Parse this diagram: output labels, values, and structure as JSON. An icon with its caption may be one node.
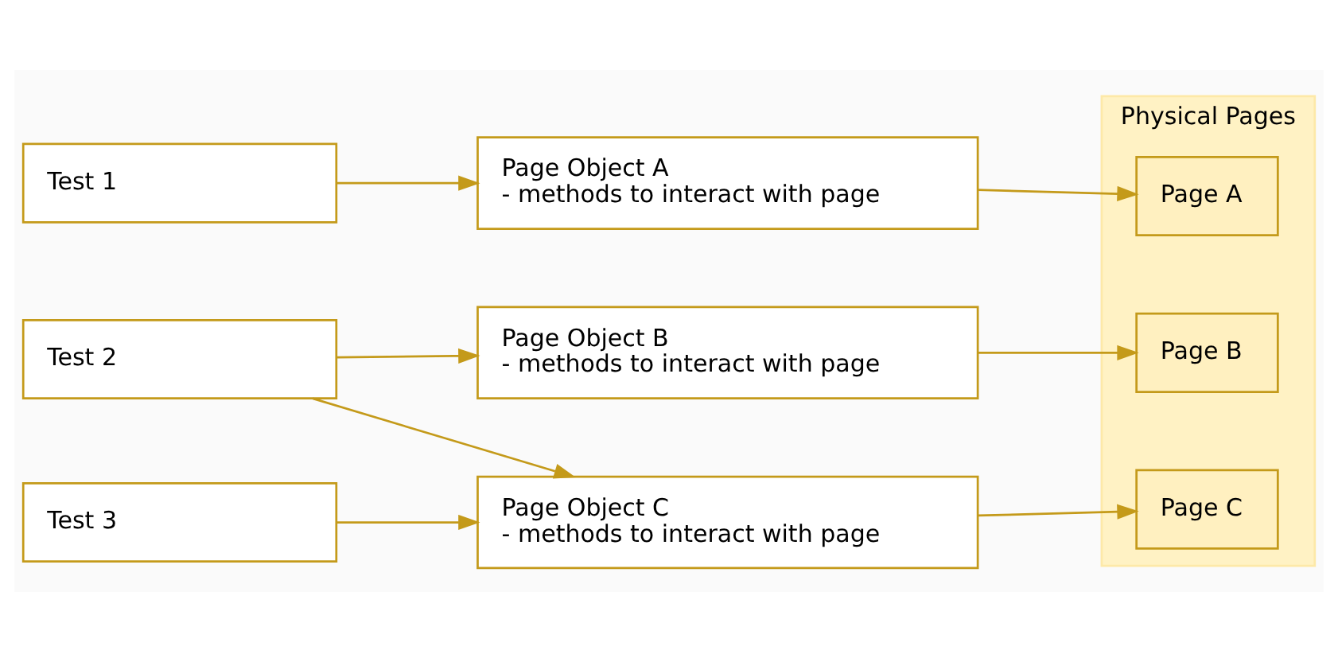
{
  "diagram": {
    "nodes": [
      {
        "text": [
          "Test 1"
        ]
      },
      {
        "text": [
          "Test 2"
        ]
      },
      {
        "text": [
          "Test 3"
        ]
      },
      {
        "text": [
          "Page Object A",
          "- methods to interact with page"
        ]
      },
      {
        "text": [
          "Page Object B",
          "- methods to interact with page"
        ]
      },
      {
        "text": [
          "Page Object C",
          "- methods to interact with page"
        ]
      },
      {
        "text": [
          "Physical Pages"
        ]
      },
      {
        "text": [
          "Page A"
        ],
        "in": 6
      },
      {
        "text": [
          "Page B"
        ],
        "in": 6
      },
      {
        "text": [
          "Page C"
        ],
        "in": 6
      }
    ],
    "edges": [
      {
        "from": 0,
        "to": 3,
        "arrow": "to"
      },
      {
        "from": 1,
        "to": 4,
        "arrow": "to"
      },
      {
        "from": 1,
        "to": 5,
        "arrow": "to"
      },
      {
        "from": 2,
        "to": 5,
        "arrow": "to"
      },
      {
        "from": 3,
        "to": 7,
        "arrow": "to"
      },
      {
        "from": 4,
        "to": 8,
        "arrow": "to"
      },
      {
        "from": 5,
        "to": 9,
        "arrow": "to"
      }
    ]
  }
}
